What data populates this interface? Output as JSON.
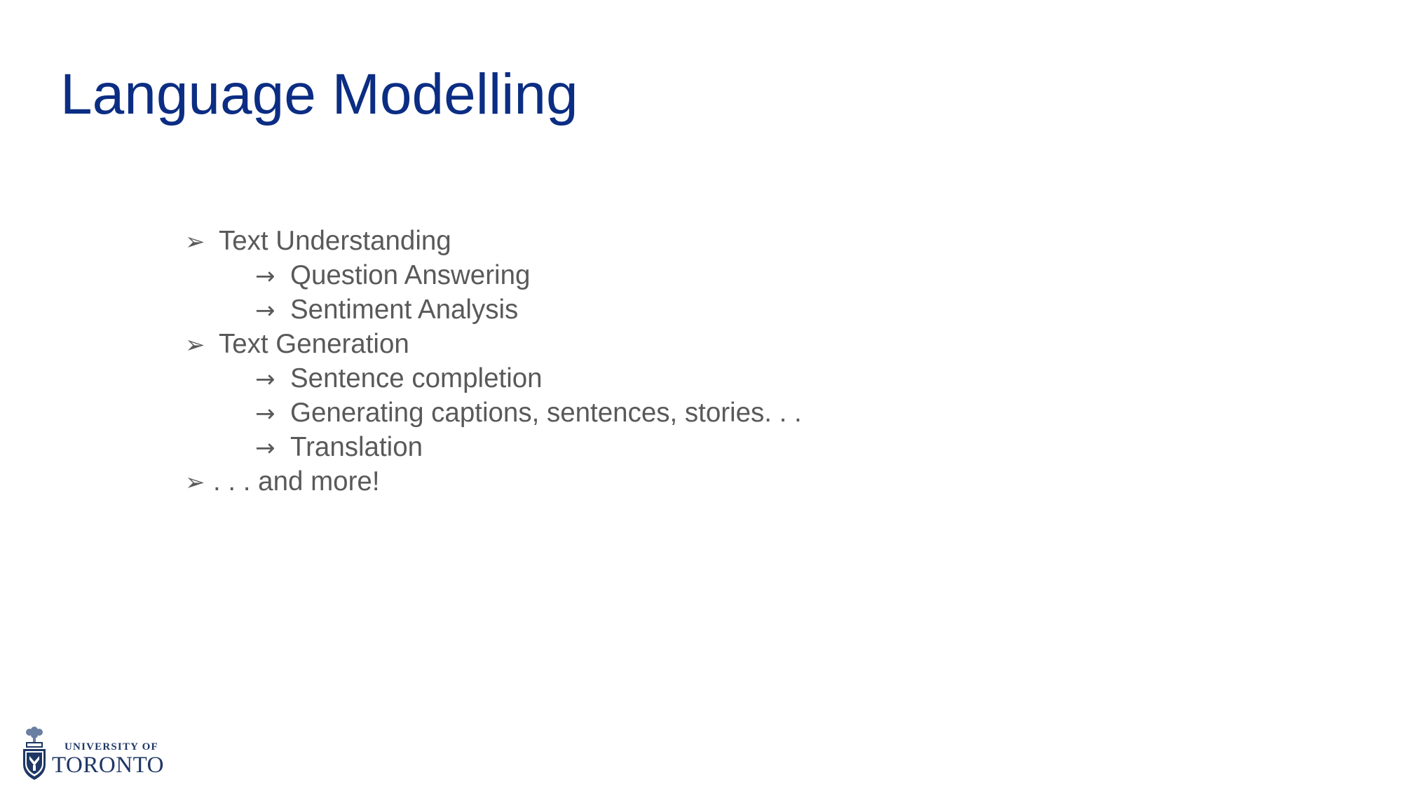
{
  "slide": {
    "title": "Language Modelling",
    "items": [
      {
        "level": 1,
        "marker": "➢",
        "text": "Text Understanding"
      },
      {
        "level": 2,
        "marker": "→",
        "text": "Question Answering"
      },
      {
        "level": 2,
        "marker": "→",
        "text": "Sentiment Analysis"
      },
      {
        "level": 1,
        "marker": "➢",
        "text": "Text Generation"
      },
      {
        "level": 2,
        "marker": "→",
        "text": "Sentence completion"
      },
      {
        "level": 2,
        "marker": "→",
        "text": "Generating captions, sentences, stories. . ."
      },
      {
        "level": 2,
        "marker": "→",
        "text": "Translation"
      },
      {
        "level": 1,
        "marker": "➢",
        "text": ". . . and more!"
      }
    ]
  },
  "logo": {
    "line1": "UNIVERSITY OF",
    "line2": "TORONTO",
    "crest_icon": "university-crest-icon"
  },
  "colors": {
    "title": "#0b2d83",
    "body_text": "#595959",
    "logo_navy": "#1e3765"
  }
}
